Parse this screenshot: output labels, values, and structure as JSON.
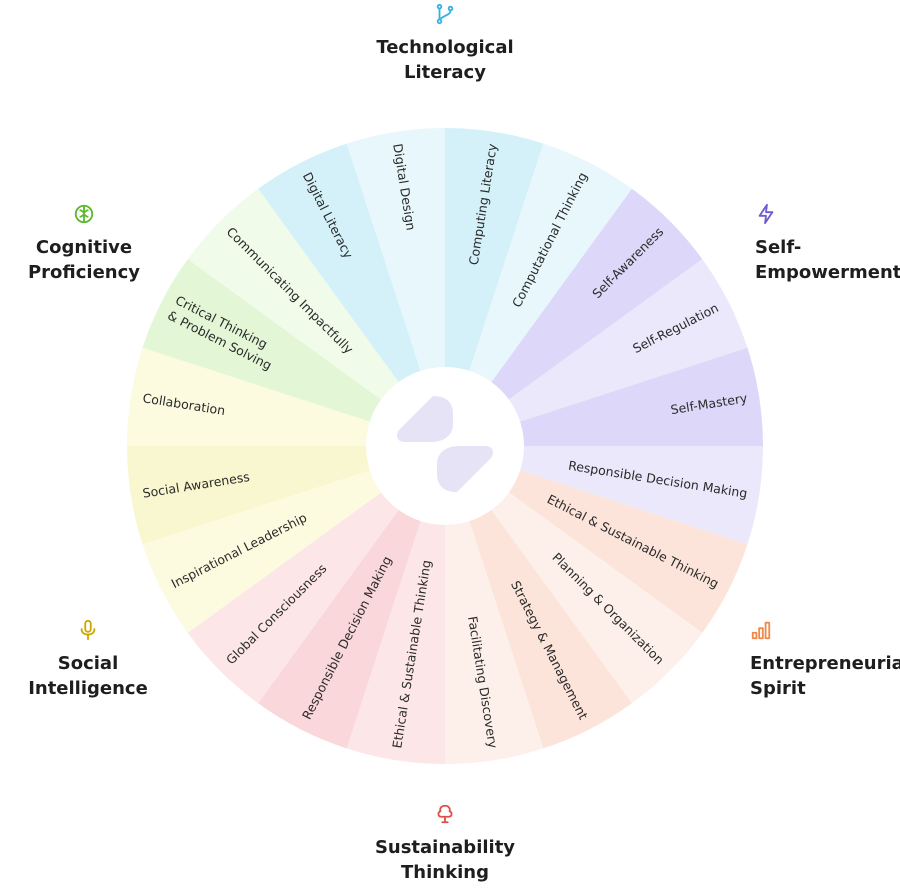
{
  "categories": [
    {
      "id": "tech",
      "name": "Technological Literacy",
      "lines": [
        "Technological",
        "Literacy"
      ],
      "icon": "branch-icon",
      "color": "#36b3e0"
    },
    {
      "id": "self",
      "name": "Self-Empowerment",
      "lines": [
        "Self-",
        "Empowerment"
      ],
      "icon": "lightning-icon",
      "color": "#6b5bd6"
    },
    {
      "id": "entre",
      "name": "Entrepreneurial Spirit",
      "lines": [
        "Entrepreneurial",
        "Spirit"
      ],
      "icon": "bar-chart-icon",
      "color": "#f08a4b"
    },
    {
      "id": "sust",
      "name": "Sustainability Thinking",
      "lines": [
        "Sustainability",
        "Thinking"
      ],
      "icon": "tree-icon",
      "color": "#e0504a"
    },
    {
      "id": "social",
      "name": "Social Intelligence",
      "lines": [
        "Social",
        "Intelligence"
      ],
      "icon": "microphone-icon",
      "color": "#c9a800"
    },
    {
      "id": "cog",
      "name": "Cognitive Proficiency",
      "lines": [
        "Cognitive",
        "Proficiency"
      ],
      "icon": "brain-icon",
      "color": "#5cb82e"
    }
  ],
  "segments": [
    {
      "label": "Computing Literacy",
      "category": "tech",
      "fill": "#d4f1fa"
    },
    {
      "label": "Computational Thinking",
      "category": "tech",
      "fill": "#e7f7fc"
    },
    {
      "label": "Self-Awareness",
      "category": "self",
      "fill": "#ddd8f9"
    },
    {
      "label": "Self-Regulation",
      "category": "self",
      "fill": "#ebe8fc"
    },
    {
      "label": "Self-Mastery",
      "category": "self",
      "fill": "#ddd8f9"
    },
    {
      "label": "Responsible Decision Making",
      "category": "self",
      "fill": "#ebe8fc"
    },
    {
      "label": "Ethical & Sustainable Thinking",
      "category": "entre",
      "fill": "#fce4da"
    },
    {
      "label": "Planning & Organization",
      "category": "entre",
      "fill": "#fdf0ea"
    },
    {
      "label": "Strategy & Management",
      "category": "entre",
      "fill": "#fce4da"
    },
    {
      "label": "Facilitating Discovery",
      "category": "entre",
      "fill": "#fdf0ea"
    },
    {
      "label": "Ethical & Sustainable Thinking",
      "category": "sust",
      "fill": "#fde6e8"
    },
    {
      "label": "Responsible Decision Making",
      "category": "sust",
      "fill": "#fad7da"
    },
    {
      "label": "Global Consciousness",
      "category": "sust",
      "fill": "#fde6e8"
    },
    {
      "label": "Inspirational Leadership",
      "category": "social",
      "fill": "#fcfbe0"
    },
    {
      "label": "Social Awareness",
      "category": "social",
      "fill": "#f9f7cf"
    },
    {
      "label": "Collaboration",
      "category": "social",
      "fill": "#fcfbe0"
    },
    {
      "label": "Critical Thinking & Problem Solving",
      "lines": [
        "Critical Thinking",
        "& Problem Solving"
      ],
      "category": "cog",
      "fill": "#e3f7d6"
    },
    {
      "label": "Communicating Impactfully",
      "category": "cog",
      "fill": "#f0fbe9"
    },
    {
      "label": "Digital Literacy",
      "category": "tech",
      "fill": "#d4f1fa"
    },
    {
      "label": "Digital Design",
      "category": "tech",
      "fill": "#e7f7fc"
    }
  ],
  "center_logo": {
    "icon": "logo-icon",
    "color": "#e6e3f7"
  }
}
